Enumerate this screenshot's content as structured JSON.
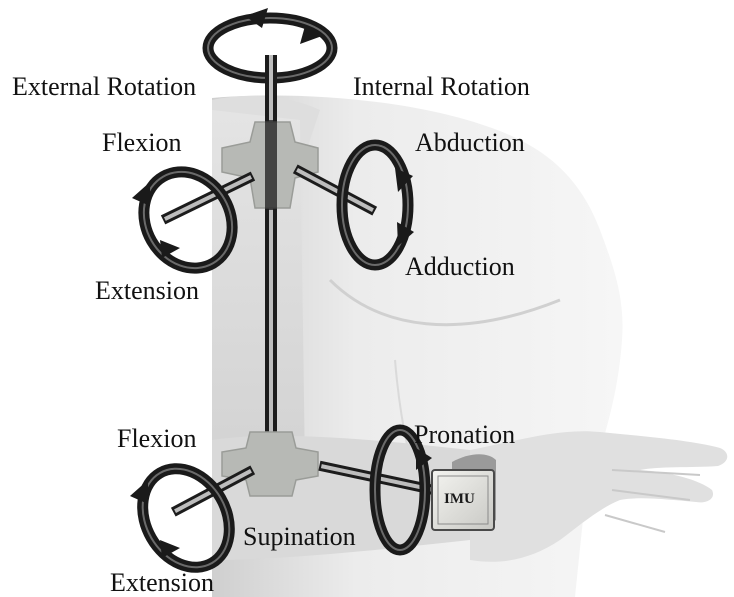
{
  "labels": {
    "shoulder_rotation_left": "External Rotation",
    "shoulder_rotation_right": "Internal Rotation",
    "shoulder_flexion": "Flexion",
    "shoulder_extension": "Extension",
    "shoulder_abduction": "Abduction",
    "shoulder_adduction": "Adduction",
    "elbow_flexion": "Flexion",
    "elbow_extension": "Extension",
    "forearm_pronation": "Pronation",
    "forearm_supination": "Supination",
    "sensor": "IMU"
  },
  "colors": {
    "ring": "#1a1a1a",
    "ring_highlight": "#6a6a6a",
    "rod": "#1c1c1c",
    "rod_core": "#bdbdbd",
    "joint": "#b7b9b5",
    "body": "#e9e9e9",
    "body_shadow": "#cfcfcf",
    "background": "#ffffff"
  },
  "icons": [
    "rotation-arrow-icon",
    "joint-connector-icon",
    "imu-sensor-icon",
    "torso-arm-silhouette"
  ]
}
